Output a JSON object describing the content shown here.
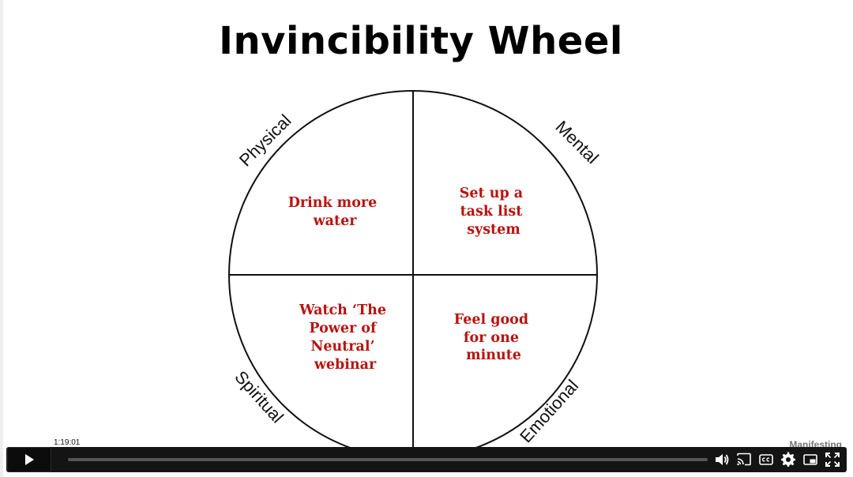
{
  "slide": {
    "title": "Invincibility Wheel",
    "quadrants": {
      "physical": {
        "label": "Physical",
        "lines": [
          "Drink more",
          "water"
        ]
      },
      "mental": {
        "label": "Mental",
        "lines": [
          "Set up a",
          "task list",
          "system"
        ]
      },
      "spiritual": {
        "label": "Spiritual",
        "lines": [
          "Watch ‘The",
          "Power of",
          "Neutral’",
          "webinar"
        ]
      },
      "emotional": {
        "label": "Emotional",
        "lines": [
          "Feel good",
          "for one",
          "minute"
        ]
      }
    },
    "text_color": "#b8140f"
  },
  "player": {
    "time_tooltip": "1:19:01",
    "brand": "Manifesting",
    "icons": [
      "play-icon",
      "volume-icon",
      "cast-icon",
      "captions-icon",
      "settings-icon",
      "pip-icon",
      "fullscreen-icon"
    ]
  }
}
